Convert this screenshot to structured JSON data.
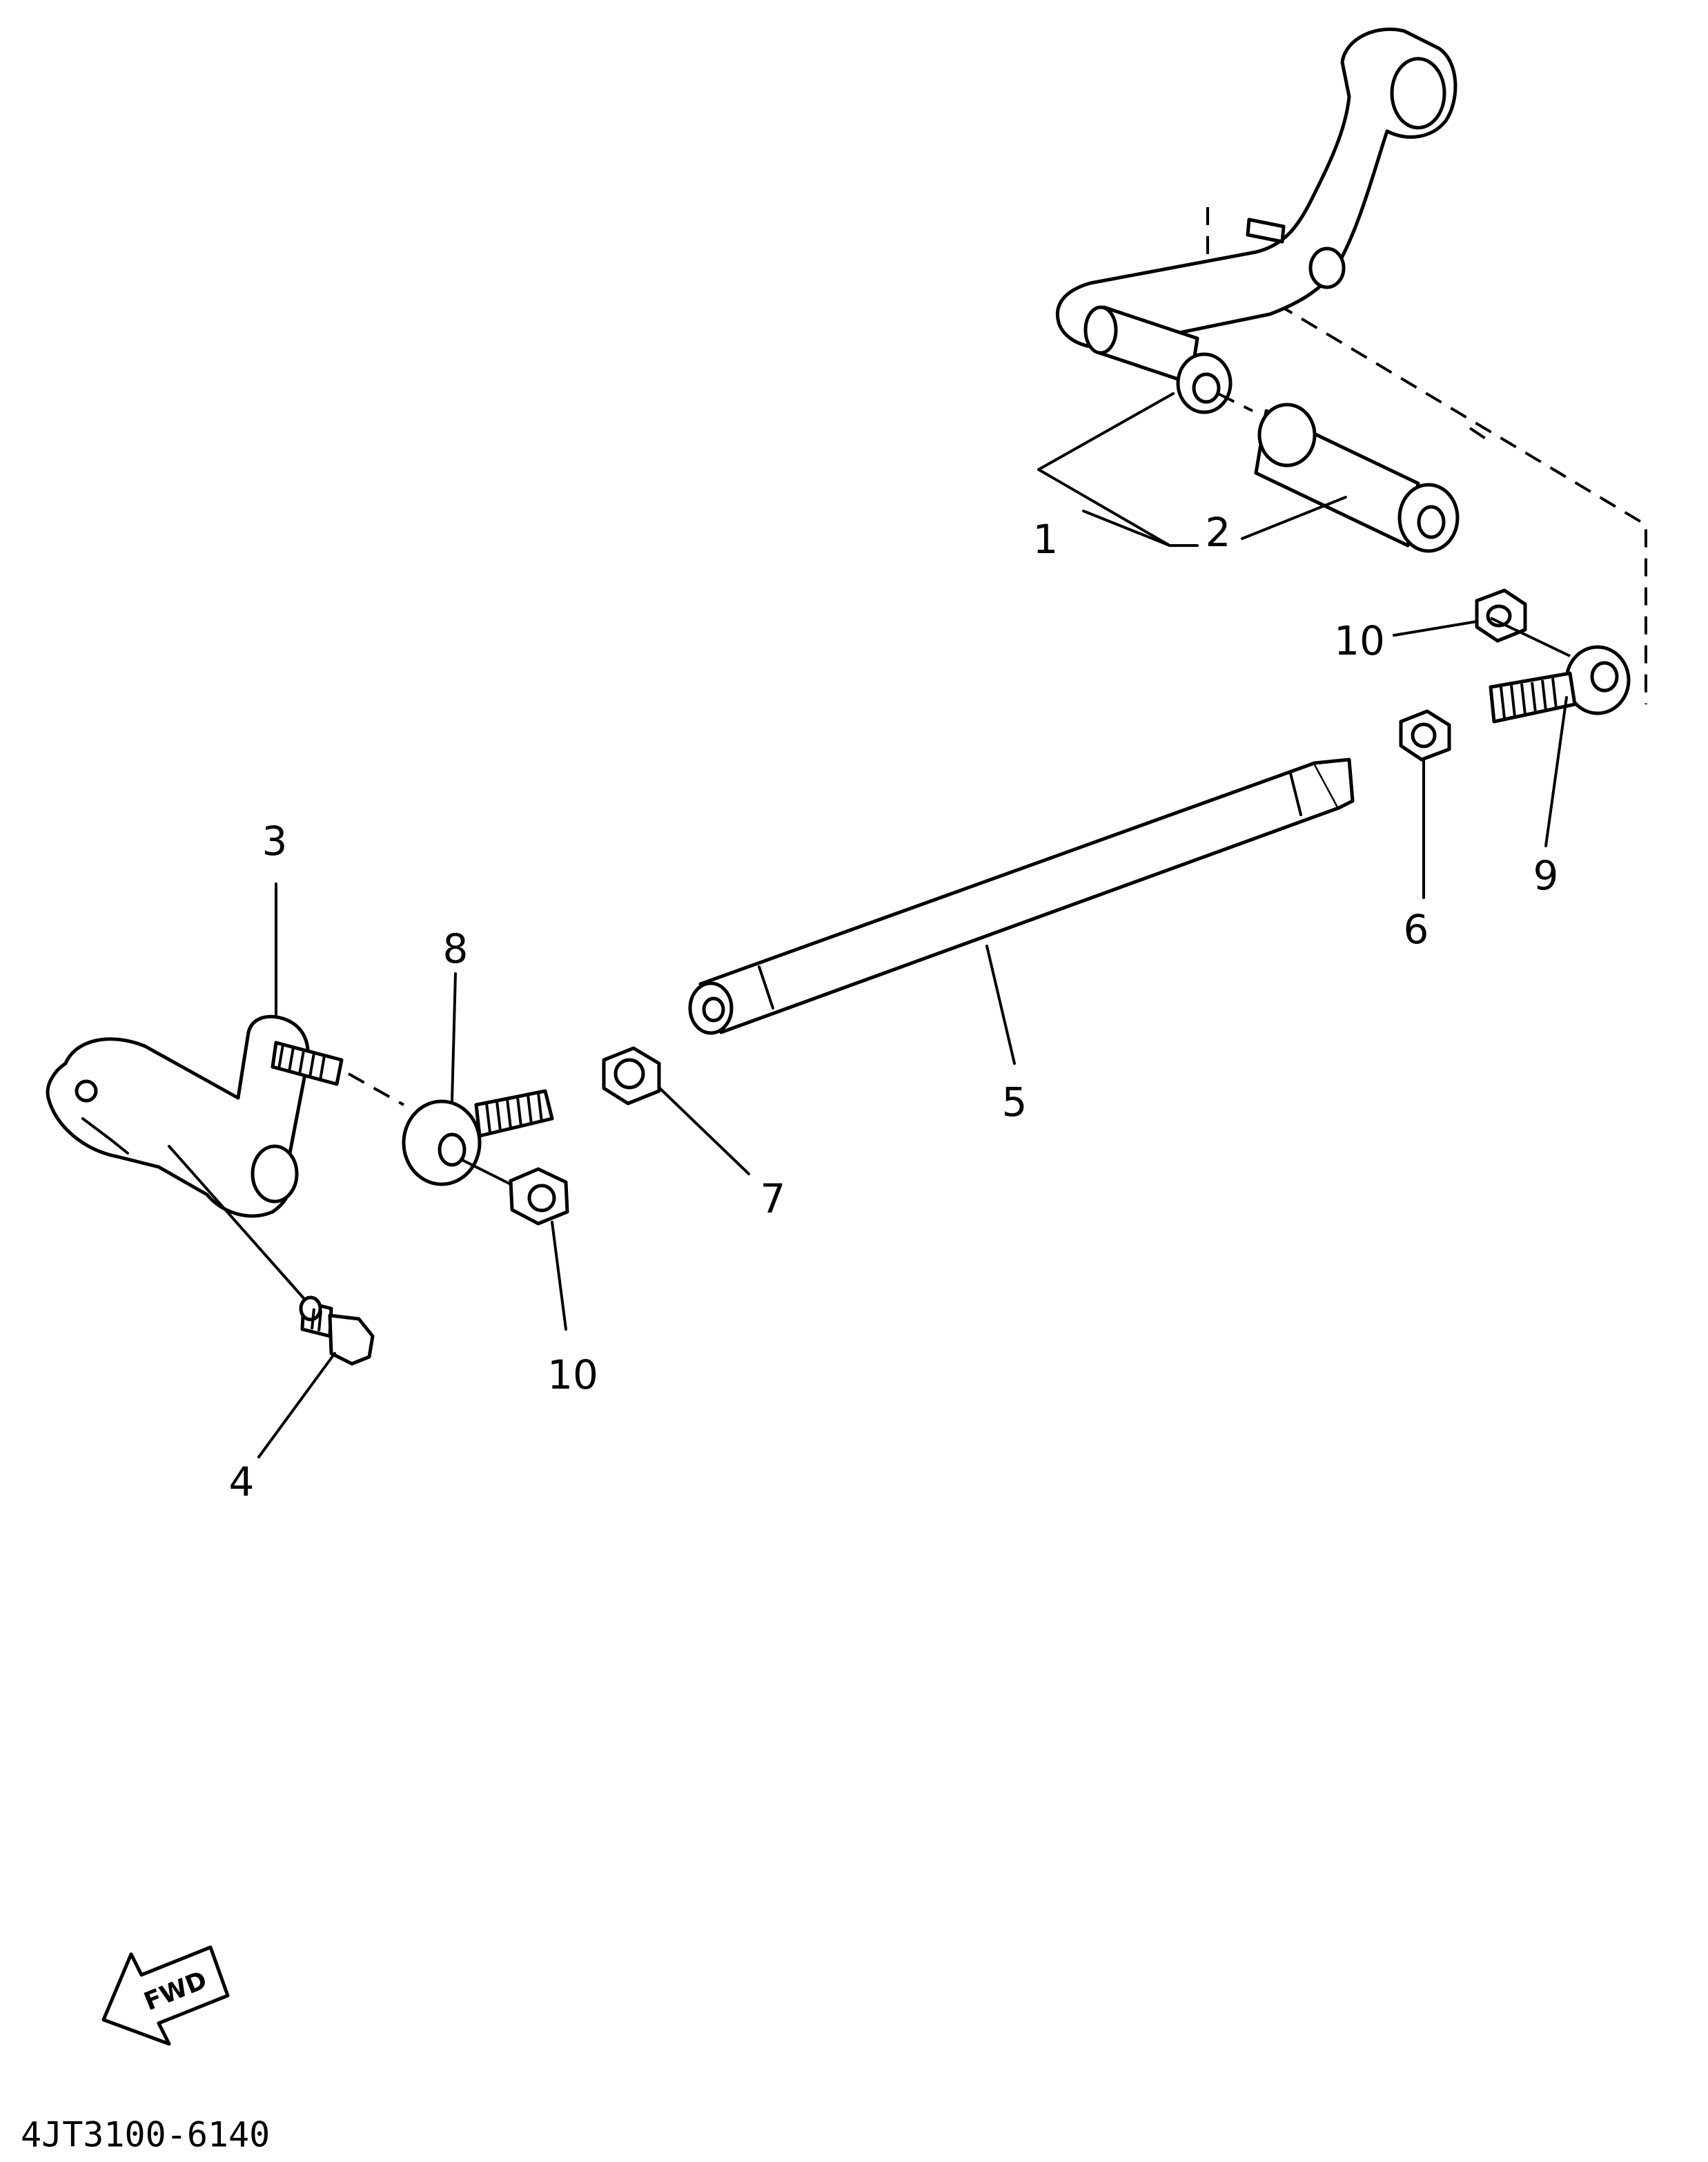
{
  "callouts": {
    "c1": "1",
    "c2": "2",
    "c3": "3",
    "c4": "4",
    "c5": "5",
    "c6": "6",
    "c7": "7",
    "c8": "8",
    "c9": "9",
    "c10_top": "10",
    "c10_bottom": "10"
  },
  "direction_arrow": "FWD",
  "diagram_code": "4JT3100-6140"
}
